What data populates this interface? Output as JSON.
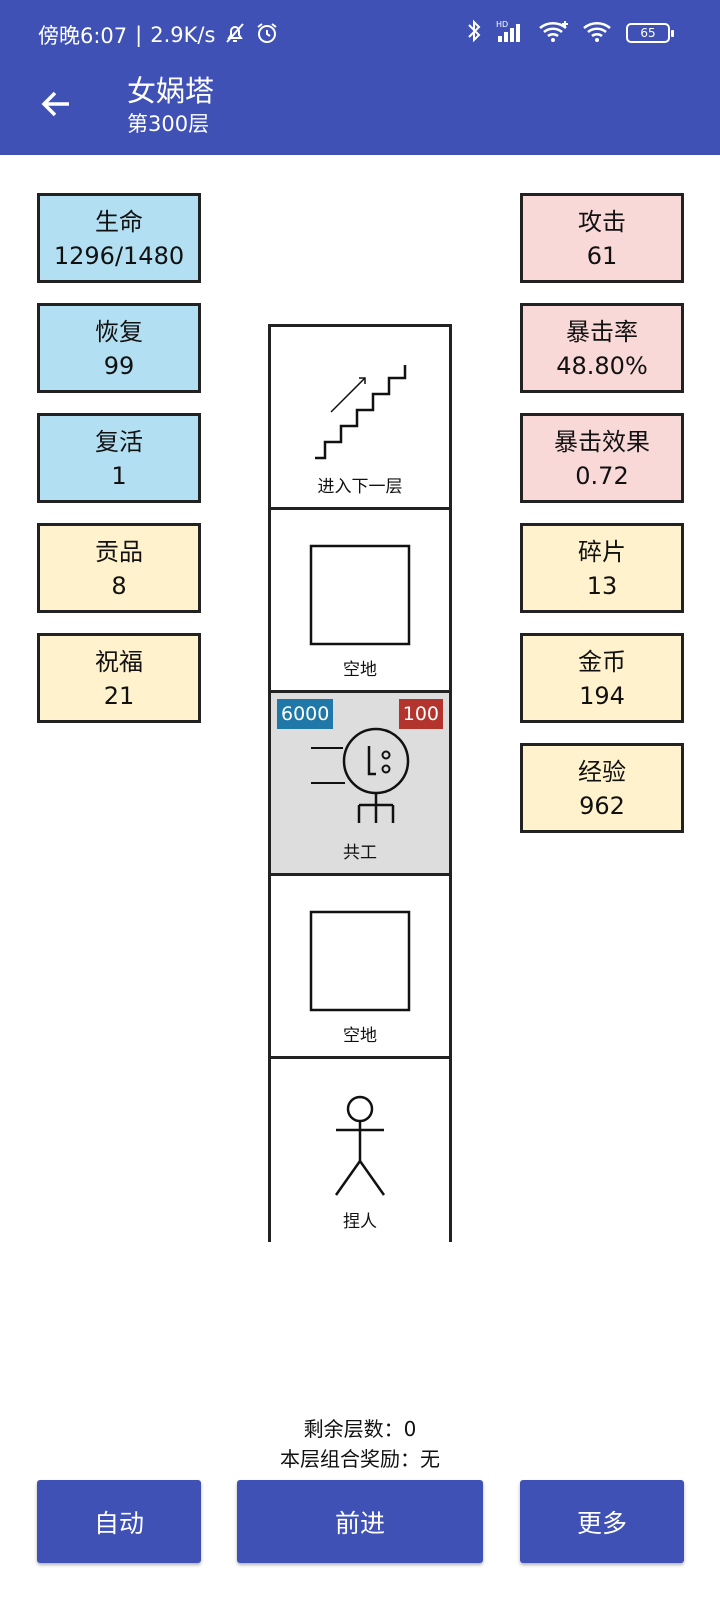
{
  "status_bar": {
    "time": "傍晚6:07",
    "network_speed": "2.9K/s",
    "battery": "65"
  },
  "header": {
    "title": "女娲塔",
    "subtitle": "第300层"
  },
  "left_stats": [
    {
      "label": "生命",
      "value": "1296/1480",
      "color": "#b3dff2"
    },
    {
      "label": "恢复",
      "value": "99",
      "color": "#b3dff2"
    },
    {
      "label": "复活",
      "value": "1",
      "color": "#b3dff2"
    },
    {
      "label": "贡品",
      "value": "8",
      "color": "#fff2cc"
    },
    {
      "label": "祝福",
      "value": "21",
      "color": "#fff2cc"
    }
  ],
  "right_stats": [
    {
      "label": "攻击",
      "value": "61",
      "color": "#f9d9d8"
    },
    {
      "label": "暴击率",
      "value": "48.80%",
      "color": "#f9d9d8"
    },
    {
      "label": "暴击效果",
      "value": "0.72",
      "color": "#f9d9d8"
    },
    {
      "label": "碎片",
      "value": "13",
      "color": "#fff2cc"
    },
    {
      "label": "金币",
      "value": "194",
      "color": "#fff2cc"
    },
    {
      "label": "经验",
      "value": "962",
      "color": "#fff2cc"
    }
  ],
  "tower": [
    {
      "label": "进入下一层",
      "icon": "stairs-icon"
    },
    {
      "label": "空地",
      "icon": "empty-square-icon"
    },
    {
      "label": "共工",
      "icon": "enemy-figure-icon",
      "hp": "6000",
      "attack": "100"
    },
    {
      "label": "空地",
      "icon": "empty-square-icon"
    },
    {
      "label": "捏人",
      "icon": "stick-person-icon"
    }
  ],
  "footer": {
    "remaining_floors": "剩余层数：0",
    "combo_reward": "本层组合奖励：无"
  },
  "buttons": {
    "auto": "自动",
    "forward": "前进",
    "more": "更多"
  },
  "colors": {
    "primary": "#3f51b5",
    "hp_badge": "#1f78a8",
    "atk_badge": "#b3342d"
  }
}
